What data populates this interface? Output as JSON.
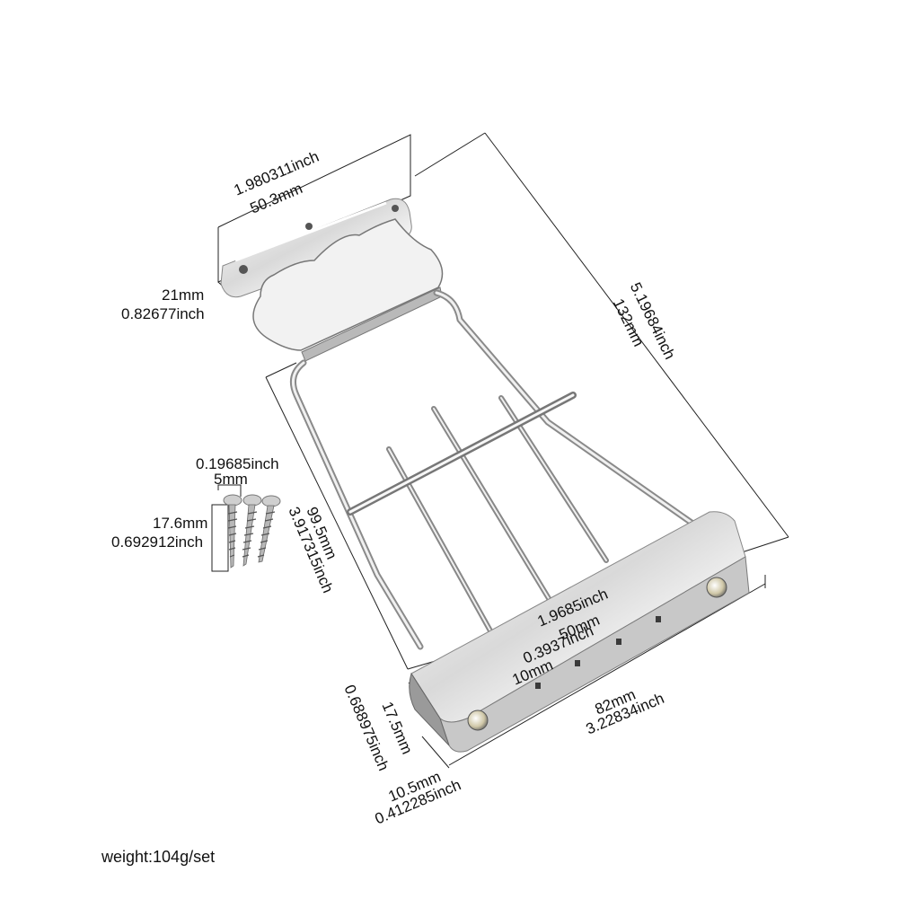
{
  "dimensions": {
    "plate_width_inch": "1.980311inch",
    "plate_width_mm": "50.3mm",
    "plate_height_mm": "21mm",
    "plate_height_inch": "0.82677inch",
    "total_length_inch": "5.19684inch",
    "total_length_mm": "132mm",
    "frame_length_mm": "99.5mm",
    "frame_length_inch": "3.917315inch",
    "screw_head_inch": "0.19685inch",
    "screw_head_mm": "5mm",
    "screw_length_mm": "17.6mm",
    "screw_length_inch": "0.692912inch",
    "bar_span_inch": "1.9685inch",
    "bar_span_mm": "50mm",
    "slot_inch": "0.3937inch",
    "slot_mm": "10mm",
    "bar_length_mm": "82mm",
    "bar_length_inch": "3.22834inch",
    "bar_height_mm": "17.5mm",
    "bar_height_inch": "0.688975inch",
    "bar_depth_mm": "10.5mm",
    "bar_depth_inch": "0.412285inch"
  },
  "footer": {
    "weight": "weight:104g/set"
  },
  "colors": {
    "line": "#1a1a1a",
    "chrome_light": "#f4f4f4",
    "chrome_dark": "#8a8a8a"
  }
}
